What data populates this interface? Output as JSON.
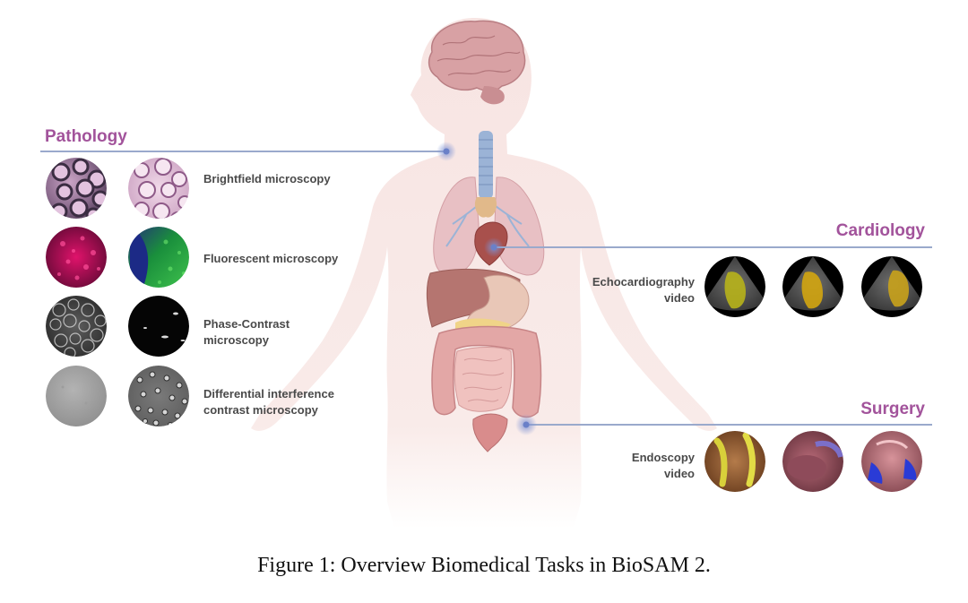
{
  "sections": {
    "pathology": {
      "title": "Pathology",
      "modalities": [
        {
          "lines": [
            "Brightfield microscopy"
          ]
        },
        {
          "lines": [
            "Fluorescent microscopy"
          ]
        },
        {
          "lines": [
            "Phase-Contrast",
            "microscopy"
          ]
        },
        {
          "lines": [
            "Differential interference",
            "contrast microscopy"
          ]
        }
      ]
    },
    "cardiology": {
      "title": "Cardiology",
      "modality_lines": [
        "Echocardiography",
        "video"
      ]
    },
    "surgery": {
      "title": "Surgery",
      "modality_lines": [
        "Endoscopy",
        "video"
      ]
    }
  },
  "caption": "Figure 1: Overview Biomedical Tasks in BioSAM 2.",
  "colors": {
    "accent": "#a2539b",
    "connector": "#9aa9cc",
    "body": "#f7e4e2",
    "brain": "#d9a3a5",
    "label": "#4a4a4a"
  }
}
